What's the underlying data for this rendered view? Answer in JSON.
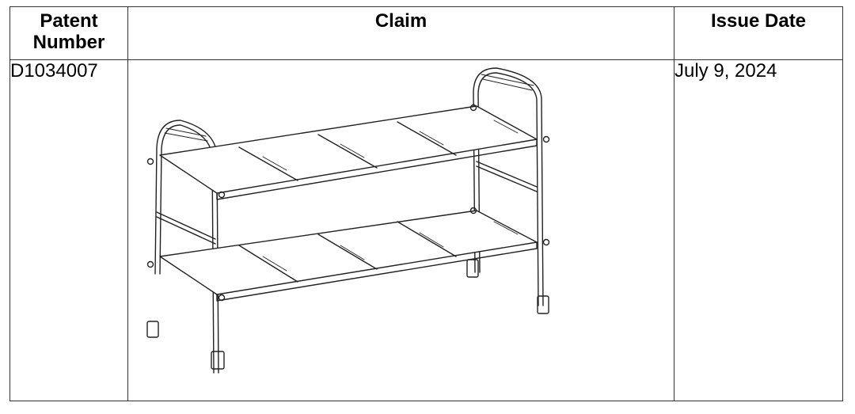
{
  "table": {
    "headers": [
      "Patent Number",
      "Claim",
      "Issue Date"
    ],
    "header_lines": [
      [
        "Patent",
        "Number"
      ],
      [
        "Claim"
      ],
      [
        "Issue Date"
      ]
    ],
    "rows": [
      {
        "patent_number": "D1034007",
        "claim_image": "two-tier-shoe-rack-drawing",
        "issue_date": "July 9, 2024"
      }
    ]
  }
}
